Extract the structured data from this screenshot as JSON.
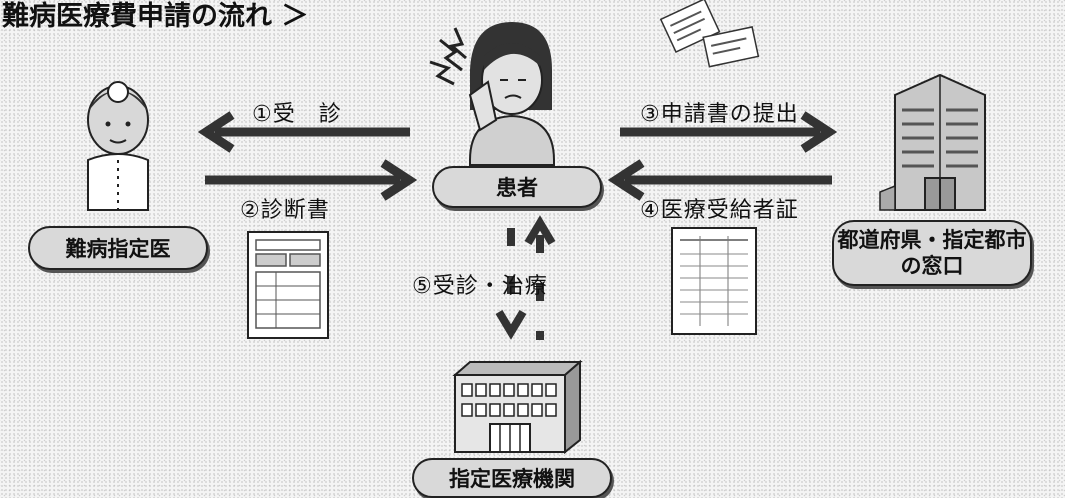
{
  "title": "難病医療費申請の流れ ＞",
  "nodes": {
    "doctor": "難病指定医",
    "patient": "患者",
    "office_line1": "都道府県・指定都市",
    "office_line2": "の窓口",
    "institution": "指定医療機関"
  },
  "steps": {
    "step1": "①受　診",
    "step2": "②診断書",
    "step3": "③申請書の提出",
    "step4": "④医療受給者証",
    "step5": "⑤受診・治療"
  }
}
